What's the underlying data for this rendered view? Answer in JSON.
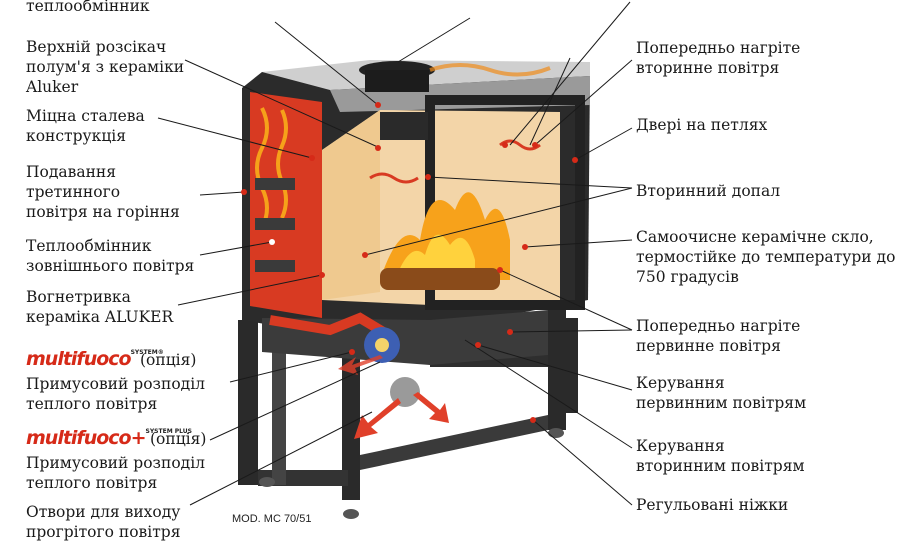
{
  "labels_left": [
    {
      "id": "heat-exchanger-top",
      "text": "теплообмінник"
    },
    {
      "id": "upper-deflector",
      "text": "Верхній розсікач\nполум'я з кераміки\nAluker"
    },
    {
      "id": "steel-structure",
      "text": "Міцна сталева\nконструкція"
    },
    {
      "id": "tertiary-air",
      "text": "Подавання\nтретинного\nповітря на горіння"
    },
    {
      "id": "external-air-exchanger",
      "text": "Теплообмінник\nзовнішнього повітря"
    },
    {
      "id": "refractory-ceramic",
      "text": "Вогнетривка\nкераміка ALUKER"
    },
    {
      "id": "forced-distribution-1",
      "text": "Примусовий розподіл\nтеплого повітря"
    },
    {
      "id": "forced-distribution-2",
      "text": "Примусовий розподіл\nтеплого повітря"
    },
    {
      "id": "warm-air-outlets",
      "text": "Отвори для виходу\nпрогрітого повітря"
    }
  ],
  "labels_right": [
    {
      "id": "preheated-secondary",
      "text": "Попередньо нагріте\nвторинне повітря"
    },
    {
      "id": "hinged-door",
      "text": "Двері на петлях"
    },
    {
      "id": "secondary-combustion",
      "text": "Вторинний допал"
    },
    {
      "id": "self-cleaning-glass",
      "text": "Самоочисне керамічне скло,\nтермостійке до температури до\n750 градусів"
    },
    {
      "id": "preheated-primary",
      "text": "Попередньо нагріте\nпервинне повітря"
    },
    {
      "id": "primary-air-control",
      "text": "Керування\nпервинним повітрям"
    },
    {
      "id": "secondary-air-control",
      "text": "Керування\nвторинним повітрям"
    },
    {
      "id": "adjustable-legs",
      "text": "Регульовані ніжки"
    }
  ],
  "brands": {
    "multifuoco": {
      "name": "multifuoco",
      "super": "SYSTEM®",
      "option": "(опція)"
    },
    "multifuoco_plus": {
      "name": "multifuoco",
      "super": "SYSTEM PLUS",
      "plus": "+",
      "option": "(опція)"
    }
  },
  "model": "MOD. MC 70/51",
  "colors": {
    "firebrick": "#d83a22",
    "steel": "#2b2b2b",
    "ceramic": "#f3d5a8",
    "flame": "#f7a21b",
    "fan": "#3d5fb3"
  }
}
